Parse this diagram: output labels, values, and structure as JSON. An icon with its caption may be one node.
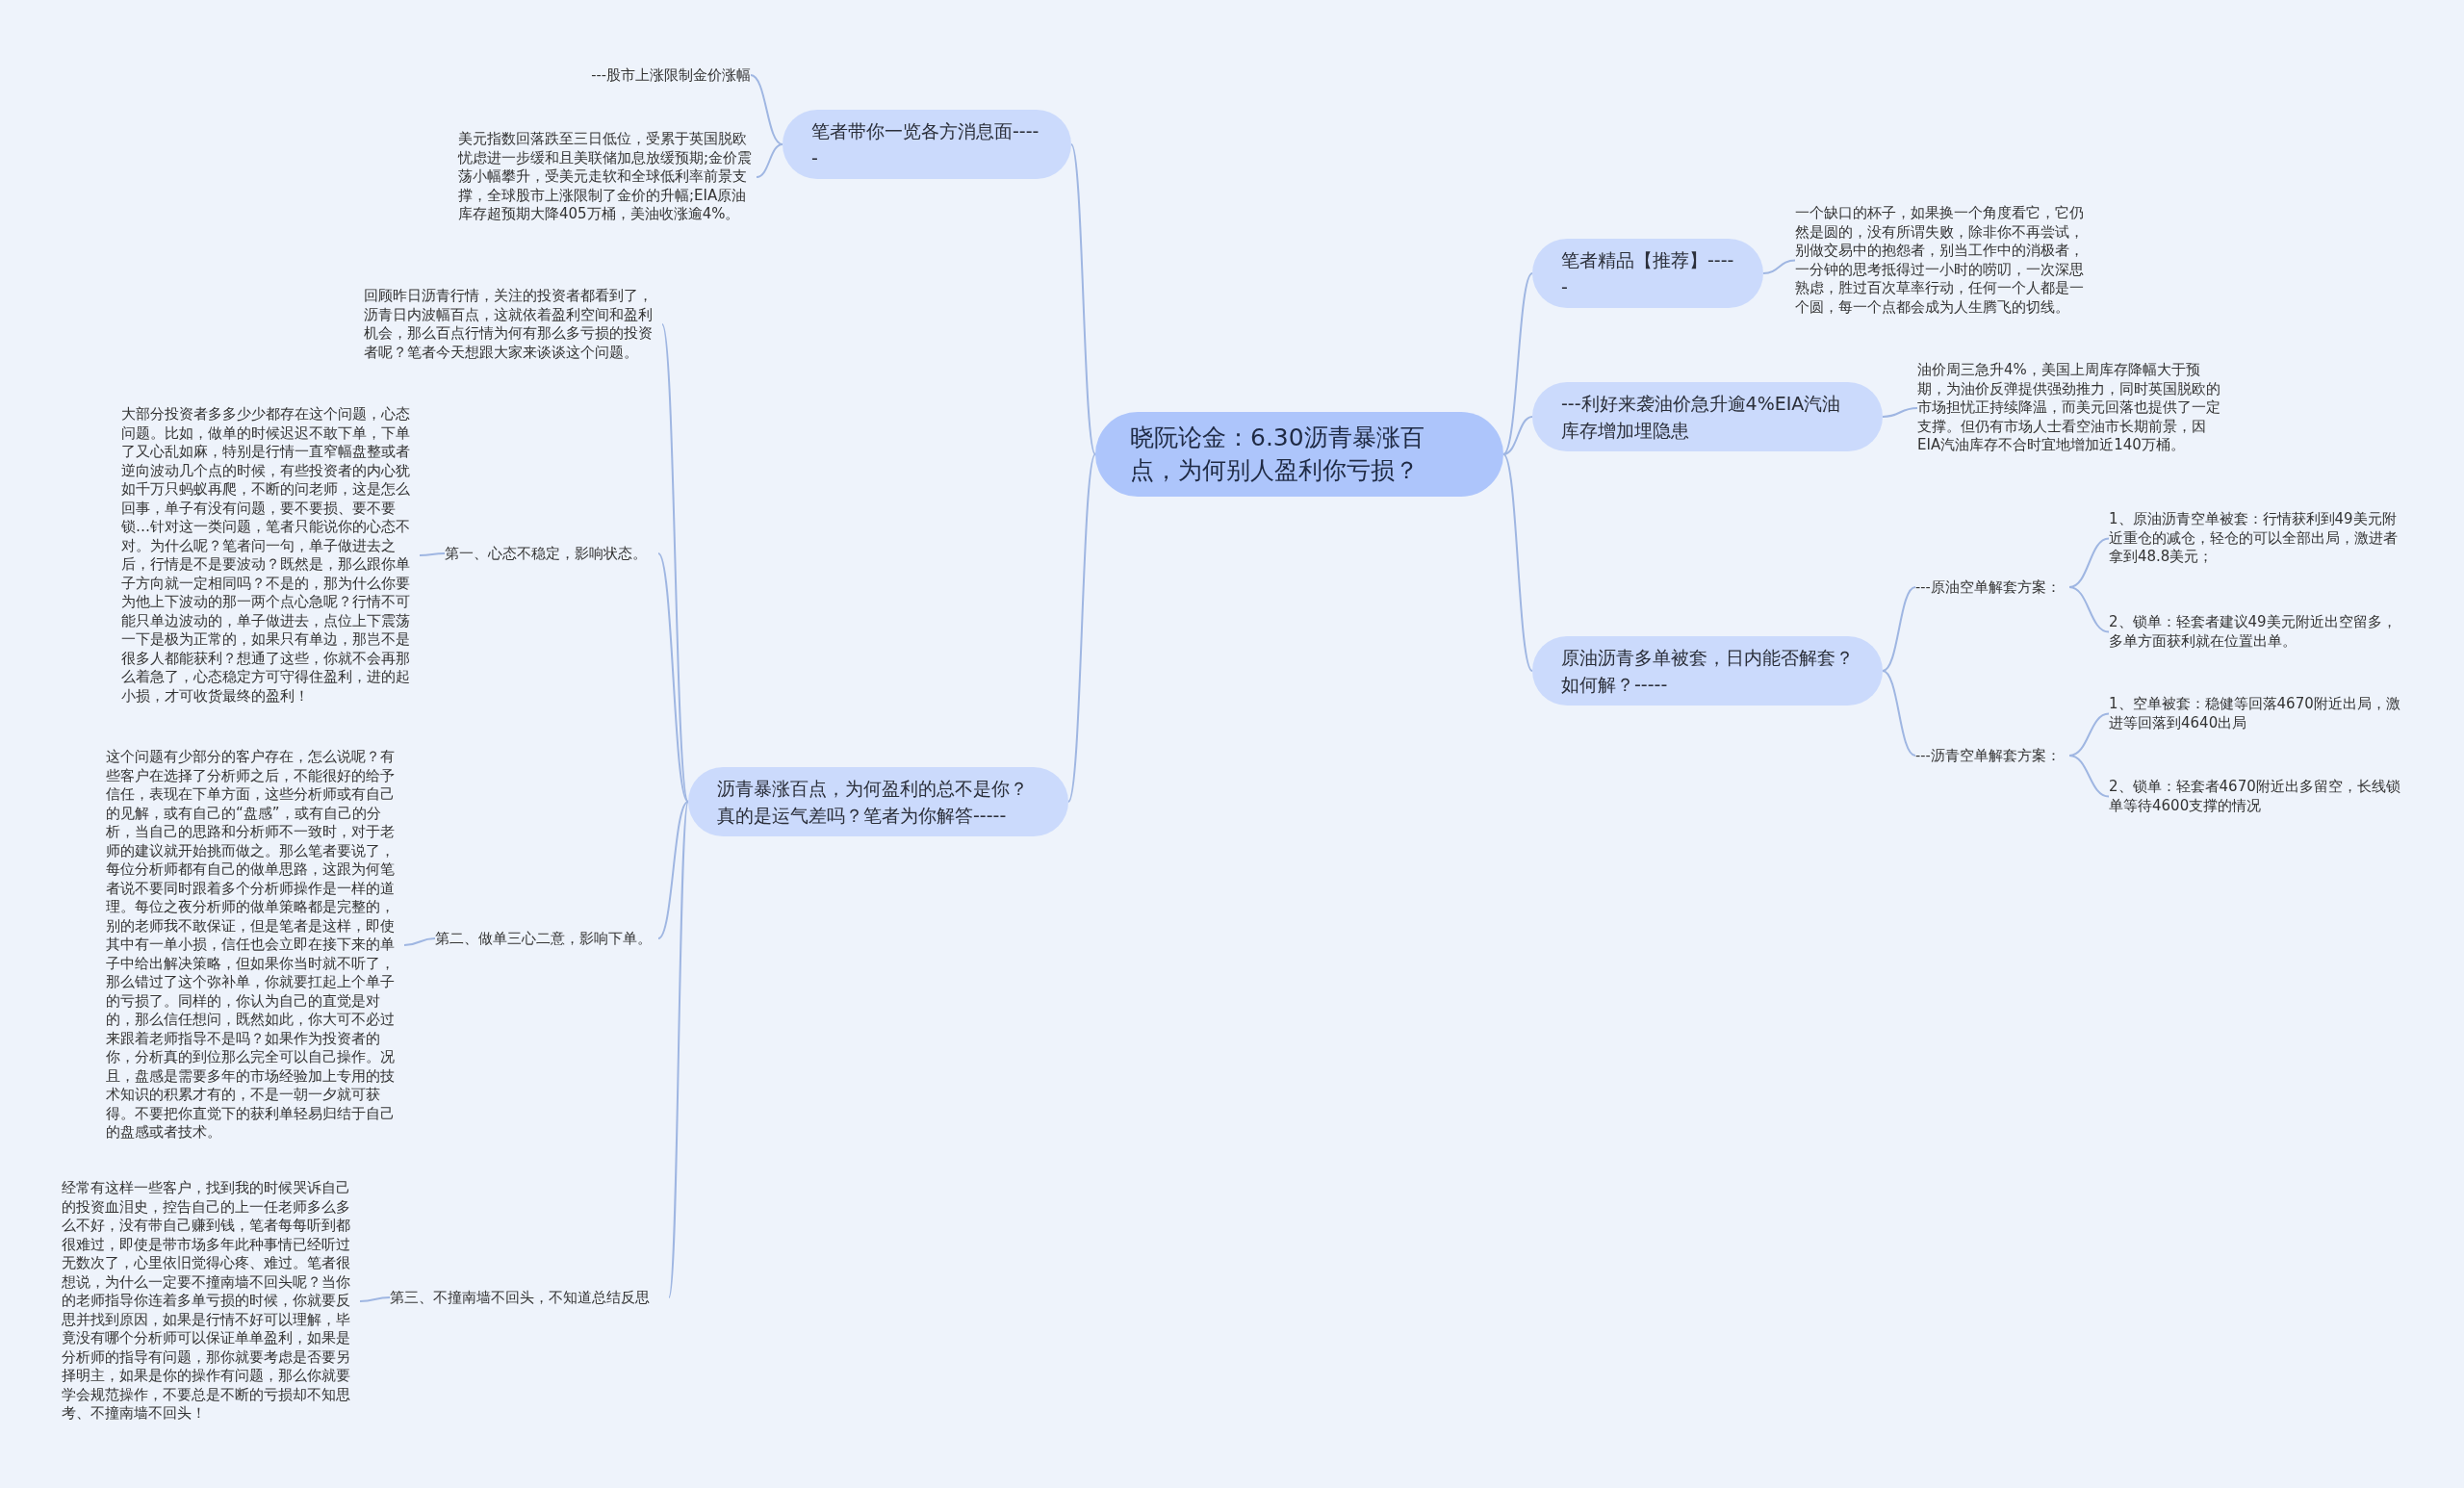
{
  "diagram": {
    "nodes": [
      {
        "text": [
          "晓阮论金：6.30沥青暴涨百点，为何别人盈利你亏损？"
        ]
      },
      {
        "text": [
          "笔者带你一览各方消息面-----"
        ]
      },
      {
        "text": [
          "---股市上涨限制金价涨幅"
        ]
      },
      {
        "text": [
          "美元指数回落跌至三日低位，受累于英国脱欧忧虑进一步缓和且美联储加息放缓预期;金价震荡小幅攀升，受美元走软和全球低利率前景支撑，全球股市上涨限制了金价的升幅;EIA原油库存超预期大降405万桶，美油收涨逾4%。"
        ]
      },
      {
        "text": [
          "沥青暴涨百点，为何盈利的总不是你？真的是运气差吗？笔者为你解答-----"
        ]
      },
      {
        "text": [
          "回顾昨日沥青行情，关注的投资者都看到了，沥青日内波幅百点，这就依着盈利空间和盈利机会，那么百点行情为何有那么多亏损的投资者呢？笔者今天想跟大家来谈谈这个问题。"
        ]
      },
      {
        "text": [
          "第一、心态不稳定，影响状态。"
        ]
      },
      {
        "text": [
          "大部分投资者多多少少都存在这个问题，心态问题。比如，做单的时候迟迟不敢下单，下单了又心乱如麻，特别是行情一直窄幅盘整或者逆向波动几个点的时候，有些投资者的内心犹如千万只蚂蚁再爬，不断的问老师，这是怎么回事，单子有没有问题，要不要损、要不要锁…针对这一类问题，笔者只能说你的心态不对。为什么呢？笔者问一句，单子做进去之后，行情是不是要波动？既然是，那么跟你单子方向就一定相同吗？不是的，那为什么你要为他上下波动的那一两个点心急呢？行情不可能只单边波动的，单子做进去，点位上下震荡一下是极为正常的，如果只有单边，那岂不是很多人都能获利？想通了这些，你就不会再那么着急了，心态稳定方可守得住盈利，进的起小损，才可收货最终的盈利！"
        ]
      },
      {
        "text": [
          "第二、做单三心二意，影响下单。"
        ]
      },
      {
        "text": [
          "这个问题有少部分的客户存在，怎么说呢？有些客户在选择了分析师之后，不能很好的给予信任，表现在下单方面，这些分析师或有自己的见解，或有自己的“盘感”，或有自己的分析，当自己的思路和分析师不一致时，对于老师的建议就开始挑而做之。那么笔者要说了，每位分析师都有自己的做单思路，这跟为何笔者说不要同时跟着多个分析师操作是一样的道理。每位之夜分析师的做单策略都是完整的，别的老师我不敢保证，但是笔者是这样，即使其中有一单小损，信任也会立即在接下来的单子中给出解决策略，但如果你当时就不听了，那么错过了这个弥补单，你就要扛起上个单子的亏损了。同样的，你认为自己的直觉是对的，那么信任想问，既然如此，你大可不必过来跟着老师指导不是吗？如果作为投资者的你，分析真的到位那么完全可以自己操作。况且，盘感是需要多年的市场经验加上专用的技术知识的积累才有的，不是一朝一夕就可获得。不要把你直觉下的获利单轻易归结于自己的盘感或者技术。"
        ]
      },
      {
        "text": [
          "第三、不撞南墙不回头，不知道总结反思"
        ]
      },
      {
        "text": [
          "经常有这样一些客户，找到我的时候哭诉自己的投资血泪史，控告自己的上一任老师多么多么不好，没有带自己赚到钱，笔者每每听到都很难过，即使是带市场多年此种事情已经听过无数次了，心里依旧觉得心疼、难过。笔者很想说，为什么一定要不撞南墙不回头呢？当你的老师指导你连着多单亏损的时候，你就要反思并找到原因，如果是行情不好可以理解，毕竟没有哪个分析师可以保证单单盈利，如果是分析师的指导有问题，那你就要考虑是否要另择明主，如果是你的操作有问题，那么你就要学会规范操作，不要总是不断的亏损却不知思考、不撞南墙不回头！"
        ]
      },
      {
        "text": [
          "笔者精品【推荐】-----"
        ]
      },
      {
        "text": [
          "一个缺口的杯子，如果换一个角度看它，它仍然是圆的，没有所谓失败，除非你不再尝试，别做交易中的抱怨者，别当工作中的消极者，一分钟的思考抵得过一小时的唠叨，一次深思熟虑，胜过百次草率行动，任何一个人都是一个圆，每一个点都会成为人生腾飞的切线。"
        ]
      },
      {
        "text": [
          "---利好来袭油价急升逾4%EIA汽油库存增加埋隐患"
        ]
      },
      {
        "text": [
          "油价周三急升4%，美国上周库存降幅大于预期，为油价反弹提供强劲推力，同时英国脱欧的市场担忧正持续降温，而美元回落也提供了一定支撑。但仍有市场人士看空油市长期前景，因EIA汽油库存不合时宜地增加近140万桶。"
        ]
      },
      {
        "text": [
          "原油沥青多单被套，日内能否解套？如何解？-----"
        ]
      },
      {
        "text": [
          "---原油空单解套方案："
        ]
      },
      {
        "text": [
          "1、原油沥青空单被套：行情获利到49美元附近重仓的减仓，轻仓的可以全部出局，激进者拿到48.8美元；"
        ]
      },
      {
        "text": [
          "2、锁单：轻套者建议49美元附近出空留多，多单方面获利就在位置出单。"
        ]
      },
      {
        "text": [
          "---沥青空单解套方案："
        ]
      },
      {
        "text": [
          "1、空单被套：稳健等回落4670附近出局，激进等回落到4640出局"
        ]
      },
      {
        "text": [
          "2、锁单：轻套者4670附近出多留空，长线锁单等待4600支撑的情况"
        ]
      }
    ],
    "edges": [
      {
        "from": 0,
        "to": 1,
        "arrow": "none"
      },
      {
        "from": 1,
        "to": 2,
        "arrow": "none"
      },
      {
        "from": 1,
        "to": 3,
        "arrow": "none"
      },
      {
        "from": 0,
        "to": 4,
        "arrow": "none"
      },
      {
        "from": 4,
        "to": 5,
        "arrow": "none"
      },
      {
        "from": 4,
        "to": 6,
        "arrow": "none"
      },
      {
        "from": 6,
        "to": 7,
        "arrow": "none"
      },
      {
        "from": 4,
        "to": 8,
        "arrow": "none"
      },
      {
        "from": 8,
        "to": 9,
        "arrow": "none"
      },
      {
        "from": 4,
        "to": 10,
        "arrow": "none"
      },
      {
        "from": 10,
        "to": 11,
        "arrow": "none"
      },
      {
        "from": 0,
        "to": 12,
        "arrow": "none"
      },
      {
        "from": 12,
        "to": 13,
        "arrow": "none"
      },
      {
        "from": 0,
        "to": 14,
        "arrow": "none"
      },
      {
        "from": 14,
        "to": 15,
        "arrow": "none"
      },
      {
        "from": 0,
        "to": 16,
        "arrow": "none"
      },
      {
        "from": 16,
        "to": 17,
        "arrow": "none"
      },
      {
        "from": 17,
        "to": 18,
        "arrow": "none"
      },
      {
        "from": 17,
        "to": 19,
        "arrow": "none"
      },
      {
        "from": 16,
        "to": 20,
        "arrow": "none"
      },
      {
        "from": 20,
        "to": 21,
        "arrow": "none"
      },
      {
        "from": 20,
        "to": 22,
        "arrow": "none"
      }
    ]
  }
}
